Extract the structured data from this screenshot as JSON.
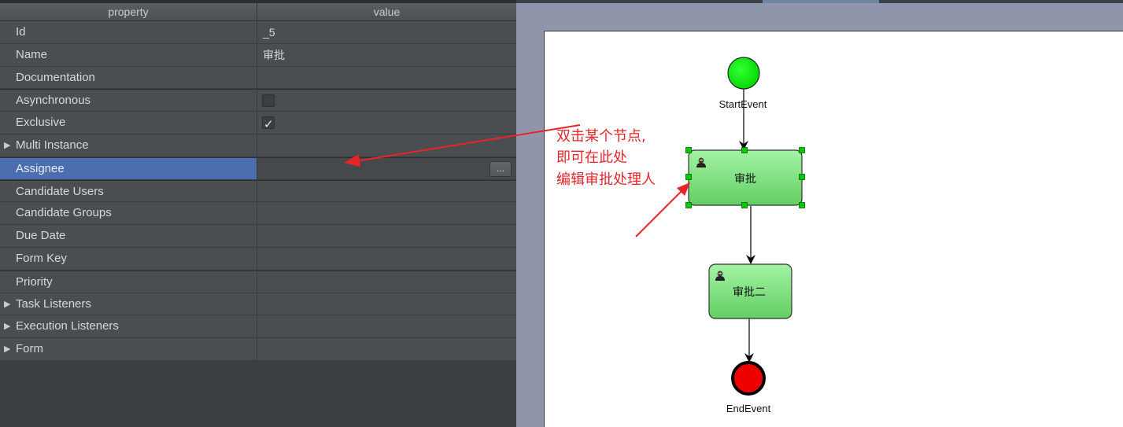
{
  "properties": {
    "header": {
      "property": "property",
      "value": "value"
    },
    "rows": [
      {
        "name": "Id",
        "value": "_5"
      },
      {
        "name": "Name",
        "value": "审批"
      },
      {
        "name": "Documentation",
        "value": ""
      },
      {
        "name": "Asynchronous",
        "checked": false
      },
      {
        "name": "Exclusive",
        "checked": true
      },
      {
        "name": "Multi Instance"
      },
      {
        "name": "Assignee",
        "button": "..."
      },
      {
        "name": "Candidate Users"
      },
      {
        "name": "Candidate Groups"
      },
      {
        "name": "Due Date"
      },
      {
        "name": "Form Key"
      },
      {
        "name": "Priority"
      },
      {
        "name": "Task Listeners"
      },
      {
        "name": "Execution Listeners"
      },
      {
        "name": "Form"
      }
    ],
    "expand_glyph": "▶",
    "check_glyph": "✓"
  },
  "diagram": {
    "start_event": {
      "label": "StartEvent",
      "color": "#00ee00"
    },
    "task1": {
      "label": "审批",
      "icon": "user-task-icon",
      "color": "#86e686"
    },
    "task2": {
      "label": "审批二",
      "icon": "user-task-icon",
      "color": "#86e686"
    },
    "end_event": {
      "label": "EndEvent",
      "color": "#ee0000"
    },
    "selection_color": "#00cc00"
  },
  "annotation": {
    "lines": [
      "双击某个节点,",
      "即可在此处",
      "编辑审批处理人"
    ],
    "color": "#e8242a"
  }
}
